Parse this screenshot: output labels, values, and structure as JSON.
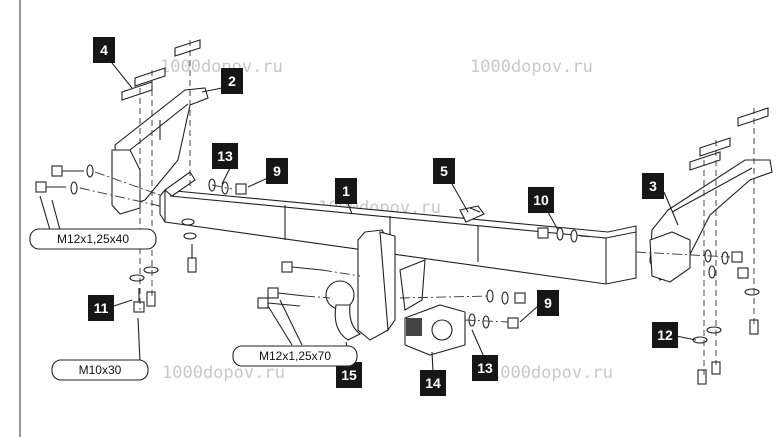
{
  "watermarks": [
    "1000dopov.ru",
    "1000dopov.ru",
    "1000dopov.ru",
    "1000dopov.ru",
    "1000dopov.ru"
  ],
  "callouts": [
    "1",
    "2",
    "3",
    "4",
    "5",
    "9",
    "9",
    "10",
    "11",
    "12",
    "13",
    "13",
    "14",
    "15"
  ],
  "specs": [
    "M12x1,25x40",
    "M10x30",
    "M12x1,25x70"
  ]
}
